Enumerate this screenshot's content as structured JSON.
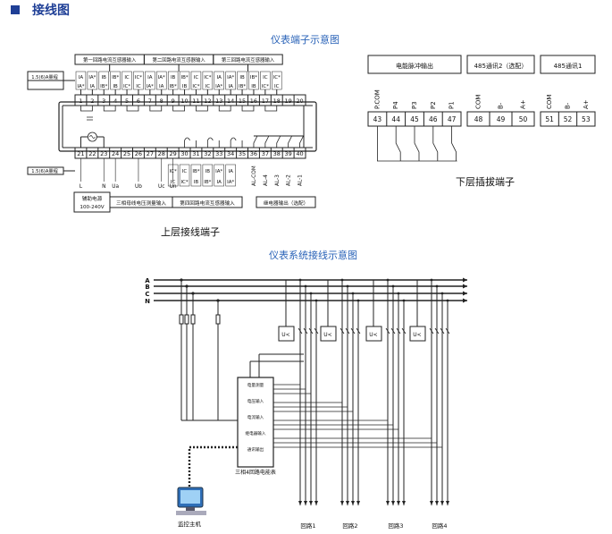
{
  "header": {
    "title": "接线图"
  },
  "terminal_section": {
    "title": "仪表端子示意图"
  },
  "upper": {
    "caption": "上层接线端子",
    "row1_range_label": "1.5(6)A量程",
    "row2_range_label": "1.5(6)A量程",
    "top_groups": [
      "第一回路电流互感器输入",
      "第二回路电流互感器输入",
      "第三回路电流互感器输入"
    ],
    "labels_line1": [
      "IA",
      "IA*",
      "IB",
      "IB*",
      "IC",
      "IC*",
      "IA",
      "IA*",
      "IB",
      "IB*",
      "IC",
      "IC*",
      "IA",
      "IA*",
      "IB",
      "IB*",
      "IC",
      "IC*"
    ],
    "labels_line2": [
      "IA*",
      "IA",
      "IB*",
      "IB",
      "IC*",
      "IC",
      "IA*",
      "IA",
      "IB*",
      "IB",
      "IC*",
      "IC",
      "IA*",
      "IA",
      "IB*",
      "IB",
      "IC*",
      "IC"
    ],
    "top_terminals": [
      "1",
      "2",
      "3",
      "4",
      "5",
      "6",
      "7",
      "8",
      "9",
      "10",
      "11",
      "12",
      "13",
      "14",
      "15",
      "16",
      "17",
      "18",
      "19",
      "20"
    ],
    "bottom_terminals": [
      "21",
      "22",
      "23",
      "24",
      "25",
      "26",
      "27",
      "28",
      "29",
      "30",
      "31",
      "32",
      "33",
      "34",
      "35",
      "36",
      "37",
      "38",
      "39",
      "40"
    ],
    "bottom_labels_line1": [
      "IC*",
      "IC",
      "IB*",
      "IB",
      "IA*",
      "IA"
    ],
    "bottom_labels_line2": [
      "IC",
      "IC*",
      "IB",
      "IB*",
      "IA",
      "IA*"
    ],
    "volt_labels": [
      "L",
      "N",
      "Ua",
      "Ub",
      "Uc",
      "Un"
    ],
    "relay_labels": [
      "AL-COM",
      "AL-4",
      "AL-3",
      "AL-2",
      "AL-1"
    ],
    "aux_power": {
      "line1": "辅助电源",
      "line2": "100-240V"
    },
    "voltage_input": "三相母线电压测量输入",
    "fourth_ct": "第四回路电流互感器输入",
    "relay_output": "继电器输出（选配）"
  },
  "lower": {
    "caption": "下层插拔端子",
    "pulse": {
      "title": "电能脉冲输出",
      "labels": [
        "P.COM",
        "P4",
        "P3",
        "P2",
        "P1"
      ],
      "terminals": [
        "43",
        "44",
        "45",
        "46",
        "47"
      ]
    },
    "rs485_2": {
      "title": "485通讯2（选配）",
      "labels": [
        "COM",
        "B-",
        "A+"
      ],
      "terminals": [
        "48",
        "49",
        "50"
      ]
    },
    "rs485_1": {
      "title": "485通讯1",
      "labels": [
        "COM",
        "B-",
        "A+"
      ],
      "terminals": [
        "51",
        "52",
        "53"
      ]
    }
  },
  "system_section": {
    "title": "仪表系统接线示意图"
  },
  "system": {
    "buses": [
      "A",
      "B",
      "C",
      "N"
    ],
    "u_label": "U<",
    "meter_title": "三相4回路电能表",
    "meter_inner": [
      "电量测量",
      "电压输入",
      "电流输入",
      "继电器输入",
      "通讯输出"
    ],
    "host_label": "监控主机",
    "loops": [
      "回路1",
      "回路2",
      "回路3",
      "回路4"
    ]
  }
}
